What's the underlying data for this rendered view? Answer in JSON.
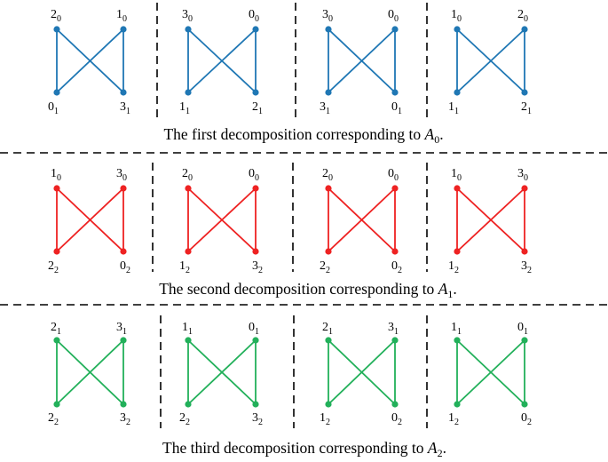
{
  "colors": {
    "row0": "#1f77b4",
    "row1": "#ee2222",
    "row2": "#22b05a",
    "divider": "#000000"
  },
  "rows": [
    {
      "color_key": "row0",
      "caption_prefix": "The first decomposition corresponding to ",
      "caption_var": "A",
      "caption_sub": "0",
      "caption_suffix": ".",
      "panels": [
        {
          "nodes": [
            {
              "n": "2",
              "s": "0"
            },
            {
              "n": "1",
              "s": "0"
            },
            {
              "n": "0",
              "s": "1"
            },
            {
              "n": "3",
              "s": "1"
            }
          ]
        },
        {
          "nodes": [
            {
              "n": "3",
              "s": "0"
            },
            {
              "n": "0",
              "s": "0"
            },
            {
              "n": "1",
              "s": "1"
            },
            {
              "n": "2",
              "s": "1"
            }
          ]
        },
        {
          "nodes": [
            {
              "n": "3",
              "s": "0"
            },
            {
              "n": "0",
              "s": "0"
            },
            {
              "n": "3",
              "s": "1"
            },
            {
              "n": "0",
              "s": "1"
            }
          ]
        },
        {
          "nodes": [
            {
              "n": "1",
              "s": "0"
            },
            {
              "n": "2",
              "s": "0"
            },
            {
              "n": "1",
              "s": "1"
            },
            {
              "n": "2",
              "s": "1"
            }
          ]
        }
      ]
    },
    {
      "color_key": "row1",
      "caption_prefix": "The second decomposition corresponding to ",
      "caption_var": "A",
      "caption_sub": "1",
      "caption_suffix": ".",
      "panels": [
        {
          "nodes": [
            {
              "n": "1",
              "s": "0"
            },
            {
              "n": "3",
              "s": "0"
            },
            {
              "n": "2",
              "s": "2"
            },
            {
              "n": "0",
              "s": "2"
            }
          ]
        },
        {
          "nodes": [
            {
              "n": "2",
              "s": "0"
            },
            {
              "n": "0",
              "s": "0"
            },
            {
              "n": "1",
              "s": "2"
            },
            {
              "n": "3",
              "s": "2"
            }
          ]
        },
        {
          "nodes": [
            {
              "n": "2",
              "s": "0"
            },
            {
              "n": "0",
              "s": "0"
            },
            {
              "n": "2",
              "s": "2"
            },
            {
              "n": "0",
              "s": "2"
            }
          ]
        },
        {
          "nodes": [
            {
              "n": "1",
              "s": "0"
            },
            {
              "n": "3",
              "s": "0"
            },
            {
              "n": "1",
              "s": "2"
            },
            {
              "n": "3",
              "s": "2"
            }
          ]
        }
      ]
    },
    {
      "color_key": "row2",
      "caption_prefix": "The third decomposition  corresponding to ",
      "caption_var": "A",
      "caption_sub": "2",
      "caption_suffix": ".",
      "panels": [
        {
          "nodes": [
            {
              "n": "2",
              "s": "1"
            },
            {
              "n": "3",
              "s": "1"
            },
            {
              "n": "2",
              "s": "2"
            },
            {
              "n": "3",
              "s": "2"
            }
          ]
        },
        {
          "nodes": [
            {
              "n": "1",
              "s": "1"
            },
            {
              "n": "0",
              "s": "1"
            },
            {
              "n": "2",
              "s": "2"
            },
            {
              "n": "3",
              "s": "2"
            }
          ]
        },
        {
          "nodes": [
            {
              "n": "2",
              "s": "1"
            },
            {
              "n": "3",
              "s": "1"
            },
            {
              "n": "1",
              "s": "2"
            },
            {
              "n": "0",
              "s": "2"
            }
          ]
        },
        {
          "nodes": [
            {
              "n": "1",
              "s": "1"
            },
            {
              "n": "0",
              "s": "1"
            },
            {
              "n": "1",
              "s": "2"
            },
            {
              "n": "0",
              "s": "2"
            }
          ]
        }
      ]
    }
  ]
}
